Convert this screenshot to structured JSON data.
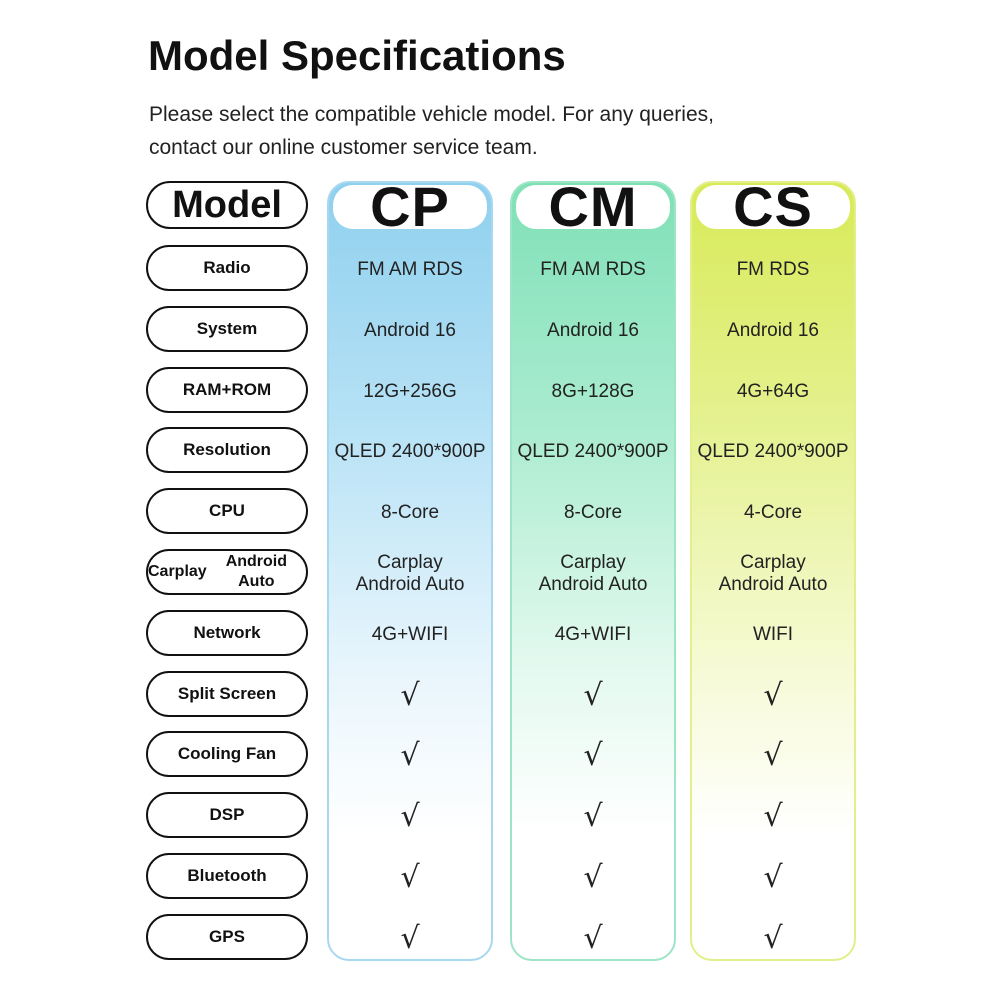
{
  "title": "Model Specifications",
  "intro": {
    "line1": "Please select the compatible vehicle model. For any queries,",
    "line2": "contact our online customer service team."
  },
  "header_label": "Model",
  "models": [
    "CP",
    "CM",
    "CS"
  ],
  "check_mark": "√",
  "column_colors": {
    "CP": "#8fd0ee",
    "CM": "#7fe0b6",
    "CS": "#d8ea58"
  },
  "rows": [
    {
      "label": "Radio",
      "values": [
        "FM AM RDS",
        "FM AM RDS",
        "FM RDS"
      ]
    },
    {
      "label": "System",
      "values": [
        "Android 16",
        "Android 16",
        "Android 16"
      ]
    },
    {
      "label": "RAM+ROM",
      "values": [
        "12G+256G",
        "8G+128G",
        "4G+64G"
      ]
    },
    {
      "label": "Resolution",
      "values": [
        "QLED 2400*900P",
        "QLED 2400*900P",
        "QLED 2400*900P"
      ]
    },
    {
      "label": "CPU",
      "values": [
        "8-Core",
        "8-Core",
        "4-Core"
      ]
    },
    {
      "label": [
        "Carplay",
        "Android Auto"
      ],
      "values": [
        [
          "Carplay",
          "Android Auto"
        ],
        [
          "Carplay",
          "Android Auto"
        ],
        [
          "Carplay",
          "Android Auto"
        ]
      ]
    },
    {
      "label": "Network",
      "values": [
        "4G+WIFI",
        "4G+WIFI",
        "WIFI"
      ]
    },
    {
      "label": "Split Screen",
      "values": [
        "√",
        "√",
        "√"
      ]
    },
    {
      "label": "Cooling Fan",
      "values": [
        "√",
        "√",
        "√"
      ]
    },
    {
      "label": "DSP",
      "values": [
        "√",
        "√",
        "√"
      ]
    },
    {
      "label": "Bluetooth",
      "values": [
        "√",
        "√",
        "√"
      ]
    },
    {
      "label": "GPS",
      "values": [
        "√",
        "√",
        "√"
      ]
    }
  ]
}
